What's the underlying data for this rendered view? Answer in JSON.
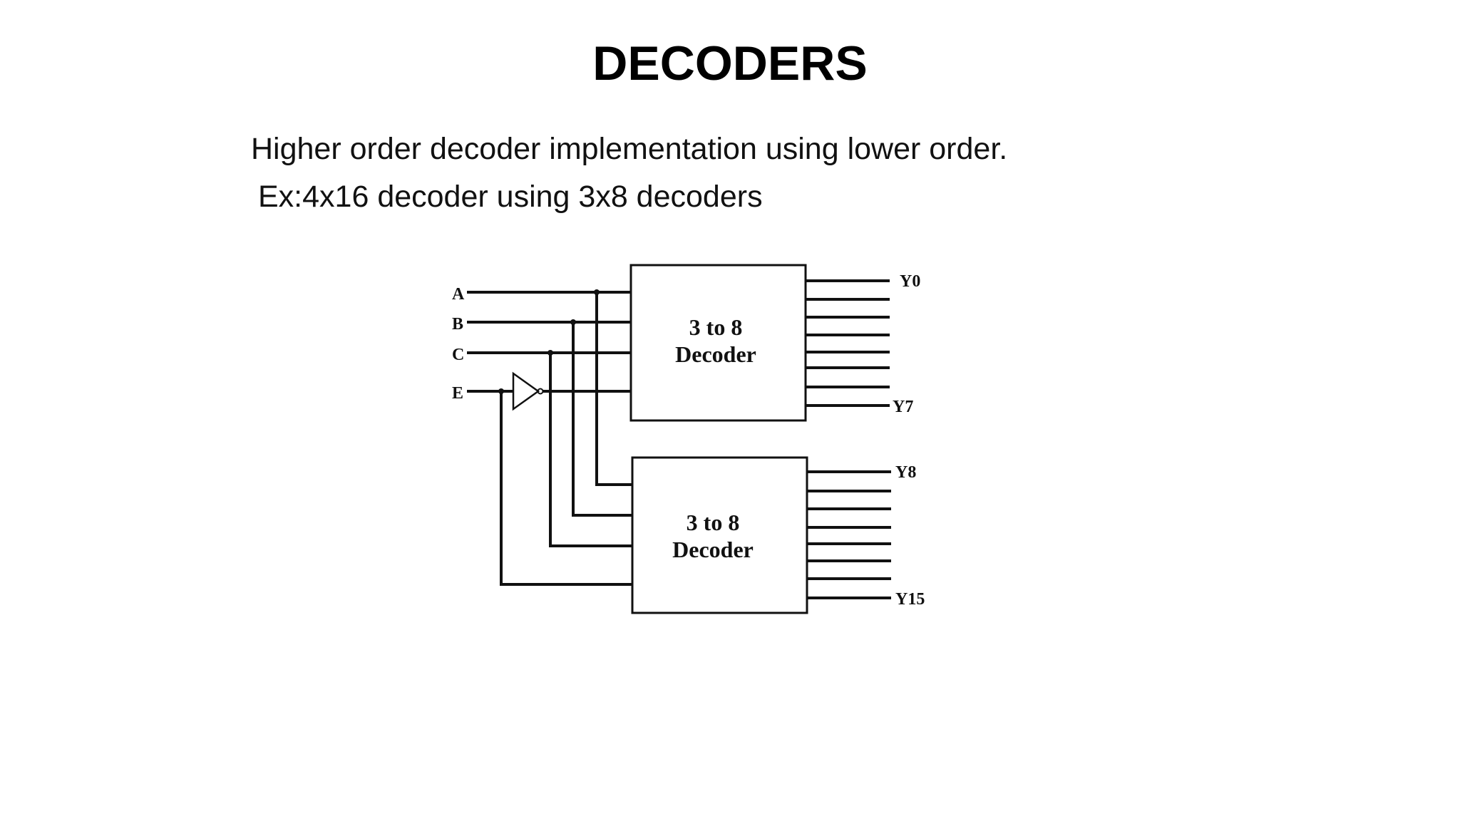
{
  "slide": {
    "title": "DECODERS",
    "line1": "Higher order decoder implementation using lower order.",
    "line2": "Ex:4x16 decoder using 3x8 decoders"
  },
  "diagram": {
    "inputs": {
      "a": "A",
      "b": "B",
      "c": "C",
      "e": "E"
    },
    "decoder_top": {
      "line1": "3 to 8",
      "line2": "Decoder"
    },
    "decoder_bottom": {
      "line1": "3 to 8",
      "line2": "Decoder"
    },
    "outputs": {
      "y0": "Y0",
      "y7": "Y7",
      "y8": "Y8",
      "y15": "Y15"
    }
  }
}
